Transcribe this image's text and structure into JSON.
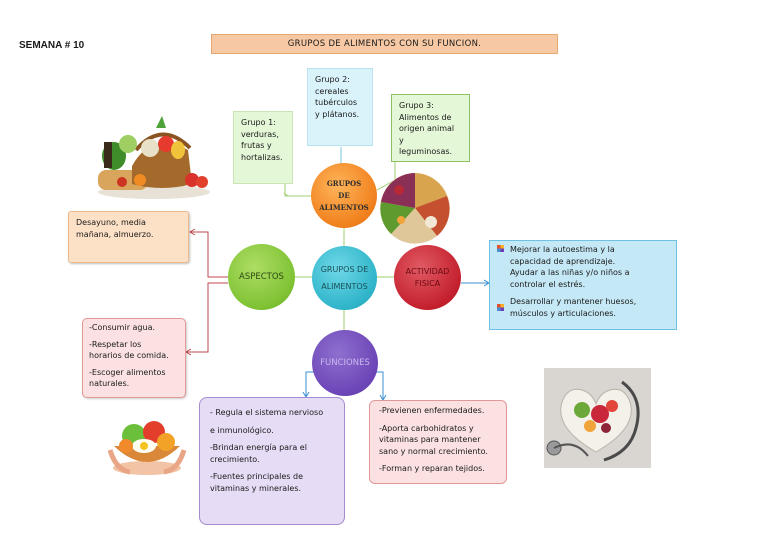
{
  "header": {
    "week": "SEMANA # 10",
    "title": "GRUPOS DE ALIMENTOS CON SU FUNCION."
  },
  "groups": {
    "g1": [
      "Grupo 1:",
      "verduras,",
      "frutas y",
      "hortalizas."
    ],
    "g2": [
      "Grupo 2:",
      "cereales",
      "tubérculos",
      "y plátanos."
    ],
    "g3": [
      "Grupo 3:",
      "Alimentos de",
      "origen animal",
      "y",
      "leguminosas."
    ]
  },
  "circles": {
    "grupos_top": [
      "GRUPOS",
      "DE",
      "ALIMENTOS"
    ],
    "grupos_center": [
      "GRUPOS DE",
      "ALIMENTOS"
    ],
    "aspectos": "ASPECTOS",
    "actividad": [
      "ACTIVIDAD",
      "FISICA"
    ],
    "funciones": "FUNCIONES"
  },
  "aspectos_boxes": {
    "desayuno": [
      "Desayuno, media",
      "mañana, almuerzo."
    ],
    "habits": [
      "-Consumir agua.",
      "-Respetar los",
      "horarios de comida.",
      "-Escoger alimentos",
      "naturales."
    ]
  },
  "actividad_box": {
    "item1": [
      "Mejorar la autoestima y la",
      "capacidad de aprendizaje.",
      "Ayudar a las niñas y/o niños a",
      "controlar el estrés."
    ],
    "item2": [
      "Desarrollar y mantener huesos,",
      "músculos y articulaciones."
    ]
  },
  "funciones_boxes": {
    "left": [
      "- Regula el sistema nervioso",
      "e inmunológico.",
      "-Brindan energía para el",
      "crecimiento.",
      "-Fuentes principales de",
      "vitaminas y minerales."
    ],
    "right": [
      "-Previenen enfermedades.",
      "-Aporta carbohidratos y",
      "vitaminas para mantener",
      "sano y normal crecimiento.",
      "-Forman y reparan tejidos."
    ]
  },
  "colors": {
    "title_bg": "#f6c9a4",
    "orange": "#f0801c",
    "teal": "#2fb4c9",
    "green": "#7ec233",
    "red": "#c4202d",
    "purple": "#6c45b7",
    "connector_red": "#c0474f",
    "connector_blue": "#3b8fd0"
  }
}
